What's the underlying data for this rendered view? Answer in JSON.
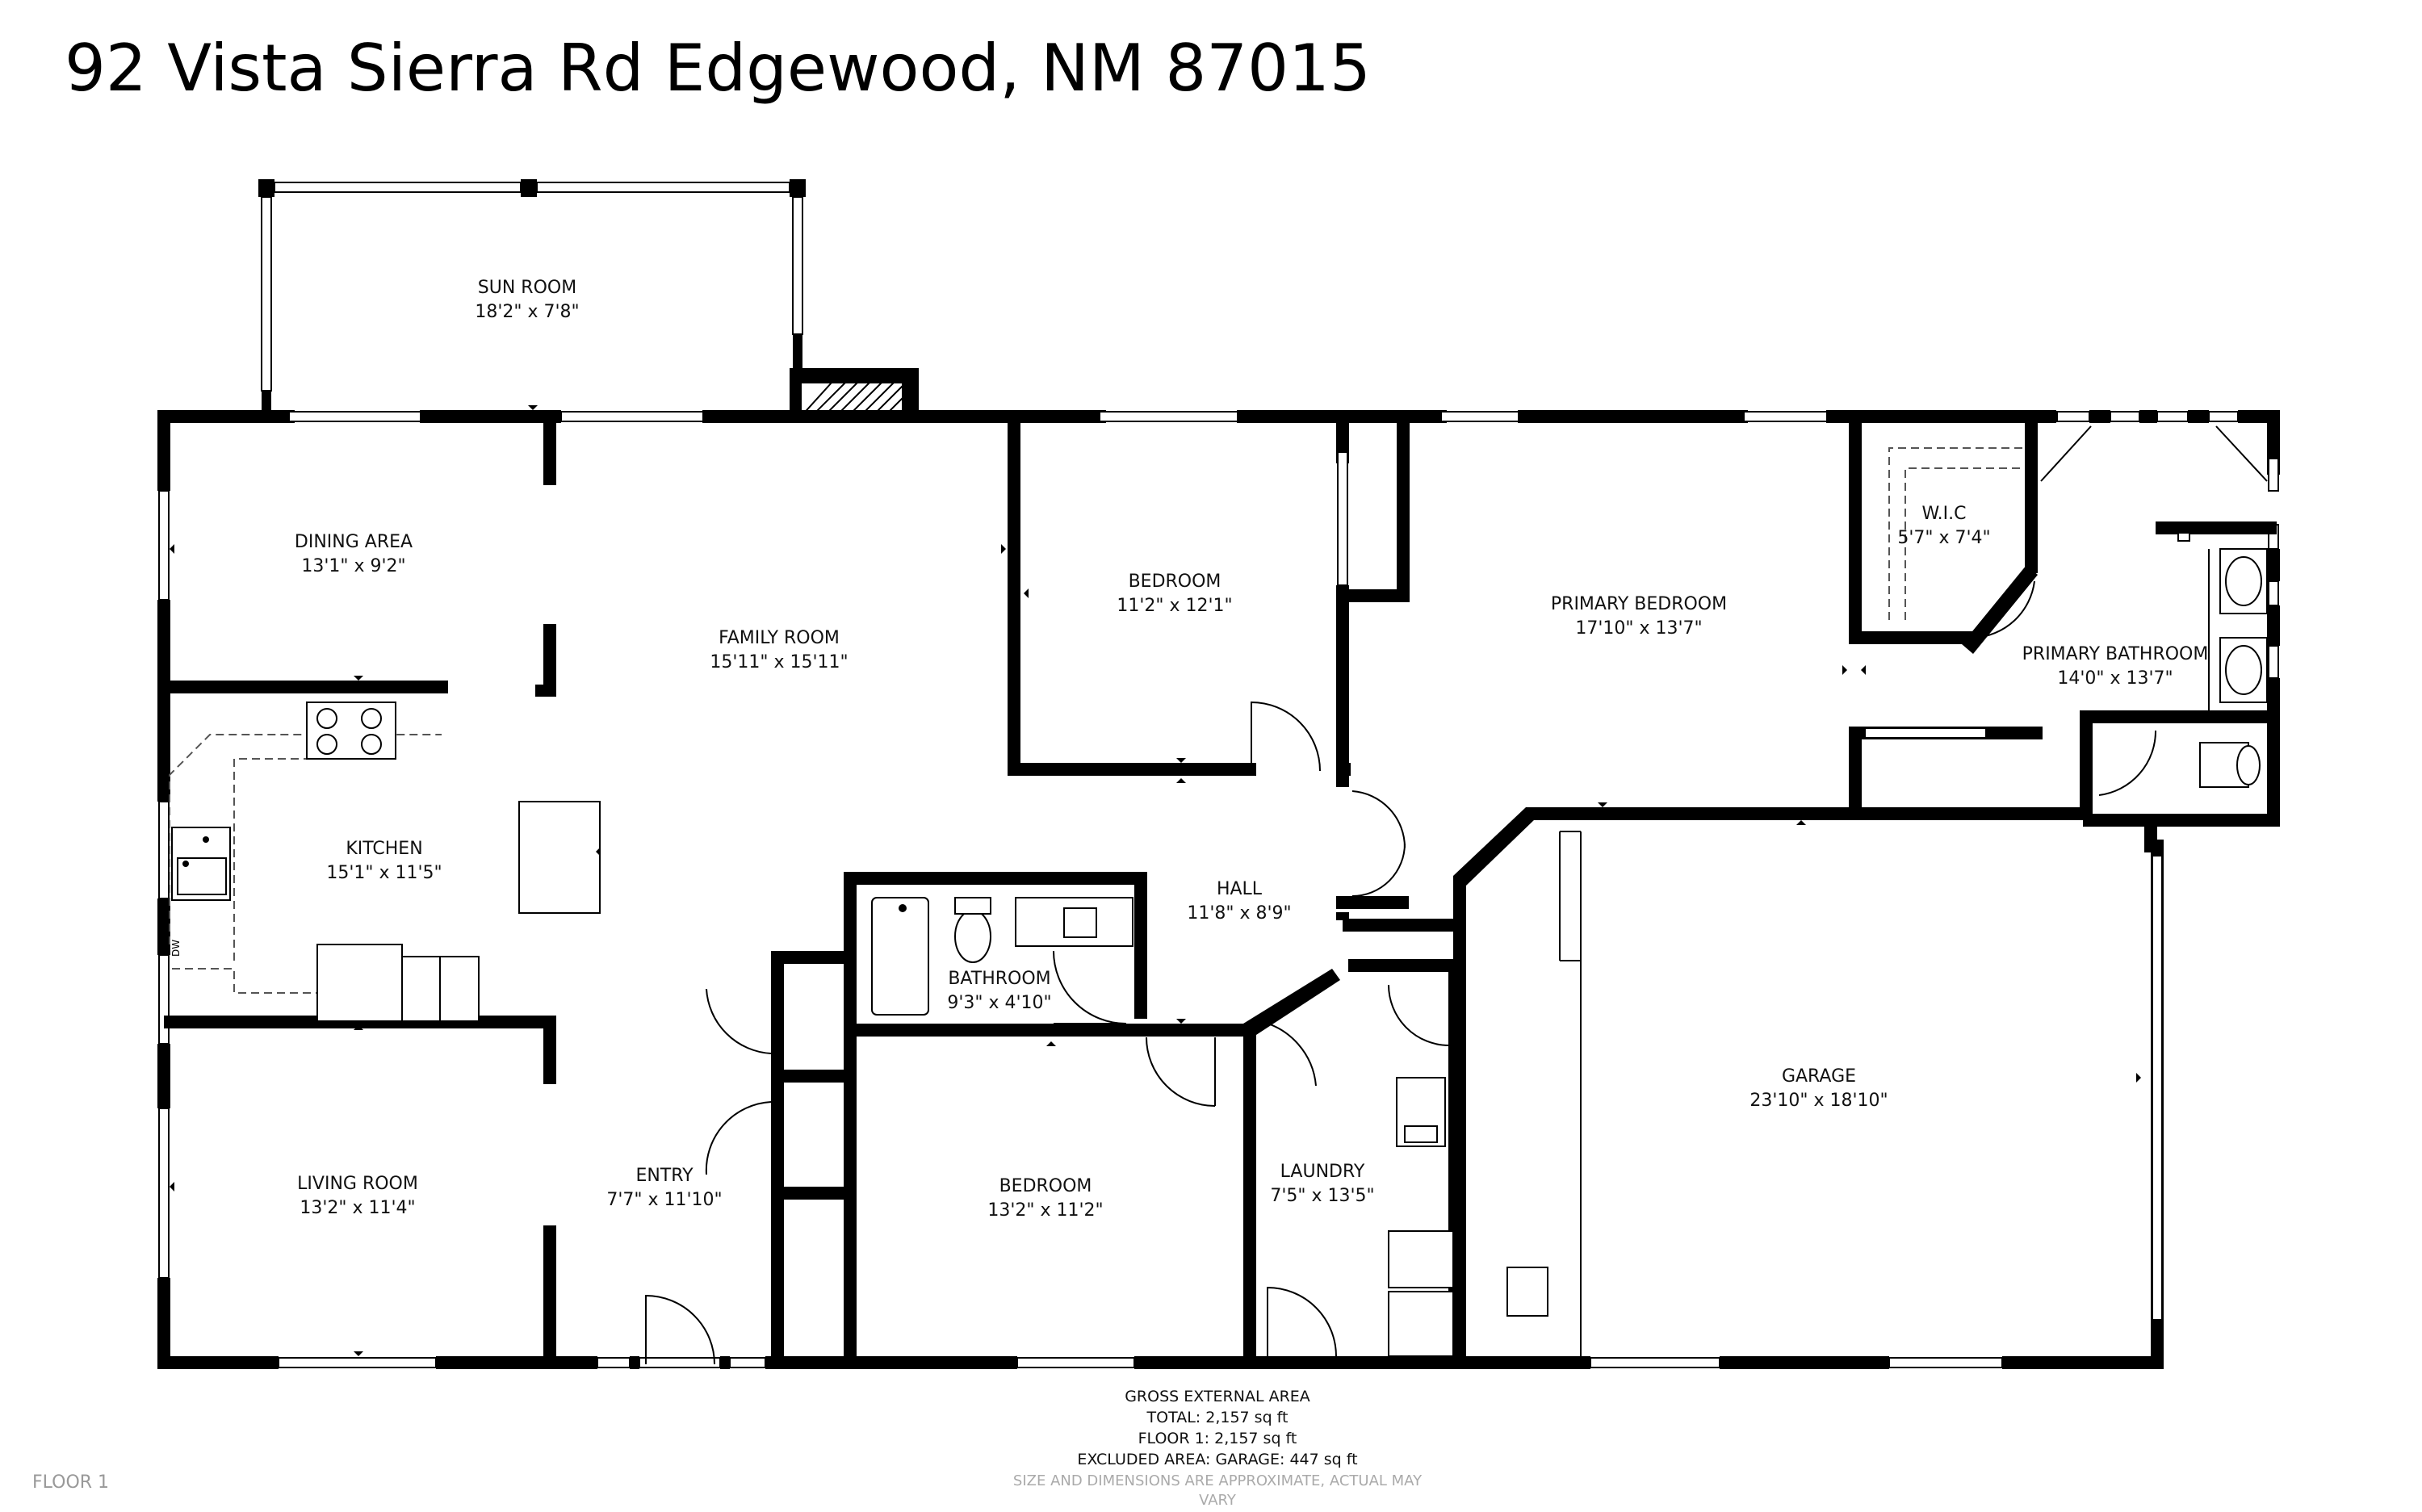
{
  "title": "92 Vista Sierra Rd Edgewood, NM 87015",
  "floor_label": "FLOOR 1",
  "rooms": {
    "sun_room": {
      "name": "SUN ROOM",
      "dim": "18'2\" x 7'8\""
    },
    "dining_area": {
      "name": "DINING AREA",
      "dim": "13'1\" x 9'2\""
    },
    "family_room": {
      "name": "FAMILY ROOM",
      "dim": "15'11\" x 15'11\""
    },
    "bedroom_1": {
      "name": "BEDROOM",
      "dim": "11'2\" x 12'1\""
    },
    "primary_bedroom": {
      "name": "PRIMARY BEDROOM",
      "dim": "17'10\" x 13'7\""
    },
    "wic": {
      "name": "W.I.C",
      "dim": "5'7\" x 7'4\""
    },
    "primary_bathroom": {
      "name": "PRIMARY BATHROOM",
      "dim": "14'0\" x 13'7\""
    },
    "kitchen": {
      "name": "KITCHEN",
      "dim": "15'1\" x 11'5\""
    },
    "hall": {
      "name": "HALL",
      "dim": "11'8\" x 8'9\""
    },
    "bathroom": {
      "name": "BATHROOM",
      "dim": "9'3\" x 4'10\""
    },
    "living_room": {
      "name": "LIVING ROOM",
      "dim": "13'2\" x 11'4\""
    },
    "entry": {
      "name": "ENTRY",
      "dim": "7'7\" x 11'10\""
    },
    "bedroom_2": {
      "name": "BEDROOM",
      "dim": "13'2\" x 11'2\""
    },
    "laundry": {
      "name": "LAUNDRY",
      "dim": "7'5\" x 13'5\""
    },
    "garage": {
      "name": "GARAGE",
      "dim": "23'10\" x 18'10\""
    }
  },
  "dw_label": "DW",
  "area_summary": {
    "heading": "GROSS EXTERNAL AREA",
    "total": "TOTAL: 2,157 sq ft",
    "floor1": "FLOOR 1: 2,157 sq ft",
    "excluded": "EXCLUDED AREA: GARAGE: 447 sq ft"
  },
  "disclaimer": {
    "line1": "SIZE AND DIMENSIONS ARE APPROXIMATE, ACTUAL MAY",
    "line2": "VARY"
  }
}
